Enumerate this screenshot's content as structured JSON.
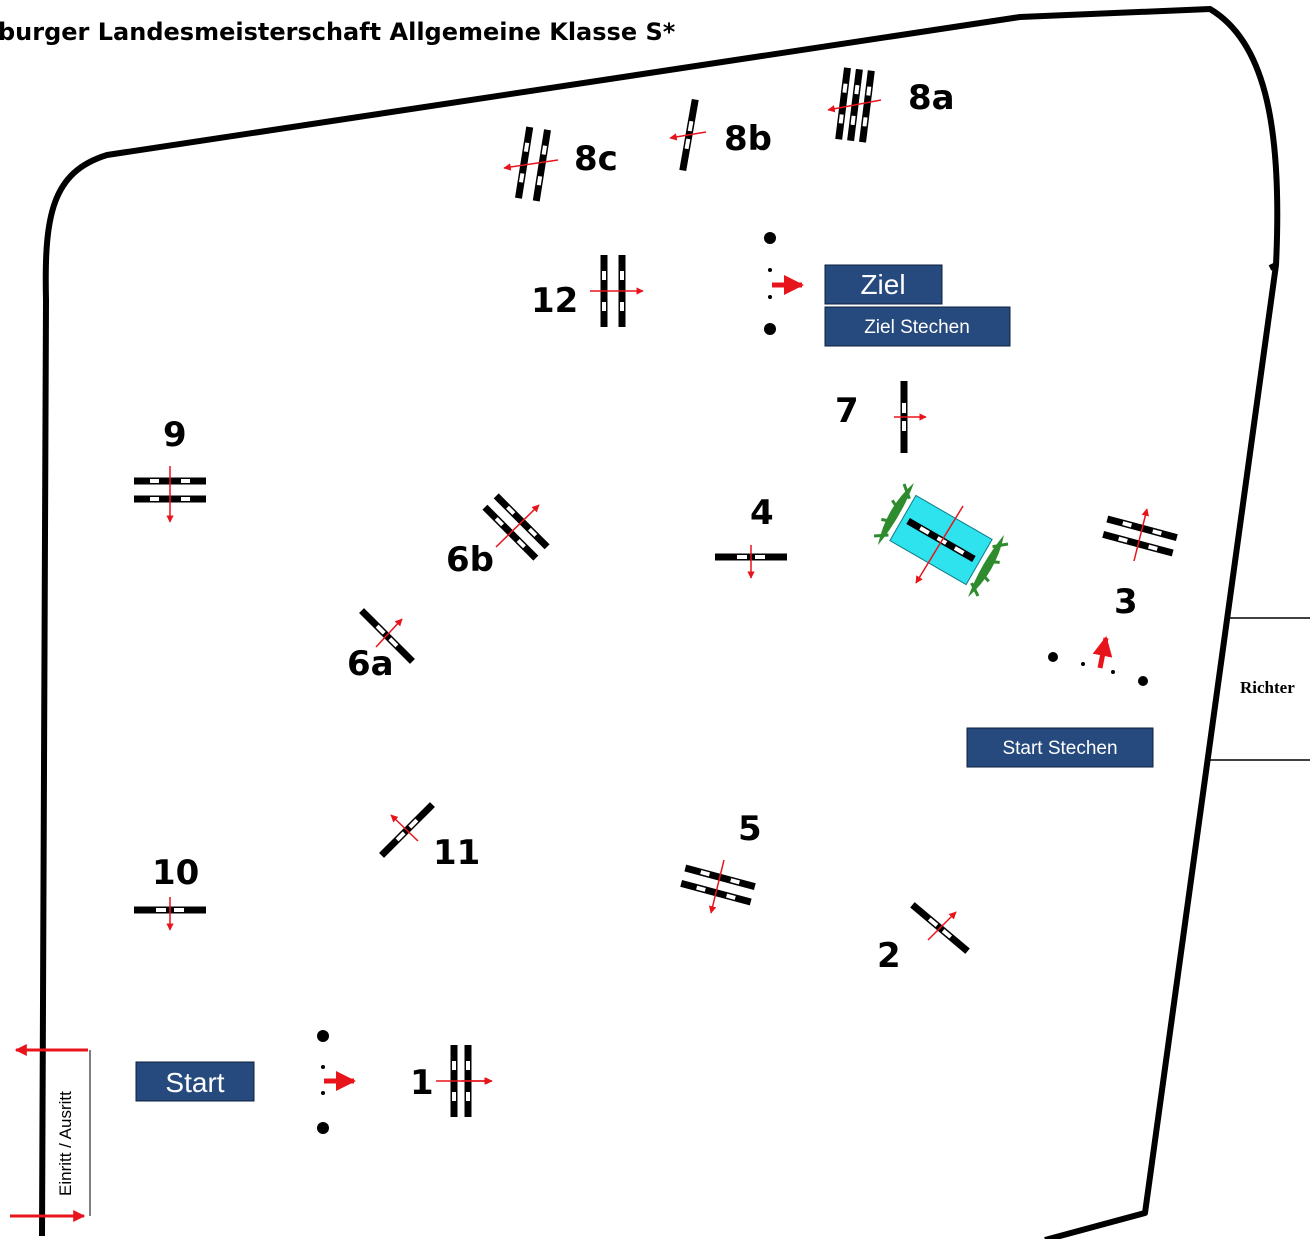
{
  "title": "burger Landesmeisterschaft Allgemeine Klasse S*",
  "colors": {
    "arena_border": "#000000",
    "box_fill": "#264a7e",
    "arrow": "#e8141c",
    "water": "#2fe3ee",
    "hedge": "#2e8b2e"
  },
  "boxes": {
    "start": "Start",
    "ziel": "Ziel",
    "ziel_stechen": "Ziel Stechen",
    "start_stechen": "Start Stechen"
  },
  "entrance_label": "Einritt / Ausritt",
  "judges_label": "Richter",
  "obstacles": {
    "o1": "1",
    "o2": "2",
    "o3": "3",
    "o4": "4",
    "o5": "5",
    "o6a": "6a",
    "o6b": "6b",
    "o7": "7",
    "o8a": "8a",
    "o8b": "8b",
    "o8c": "8c",
    "o9": "9",
    "o10": "10",
    "o11": "11",
    "o12": "12"
  }
}
